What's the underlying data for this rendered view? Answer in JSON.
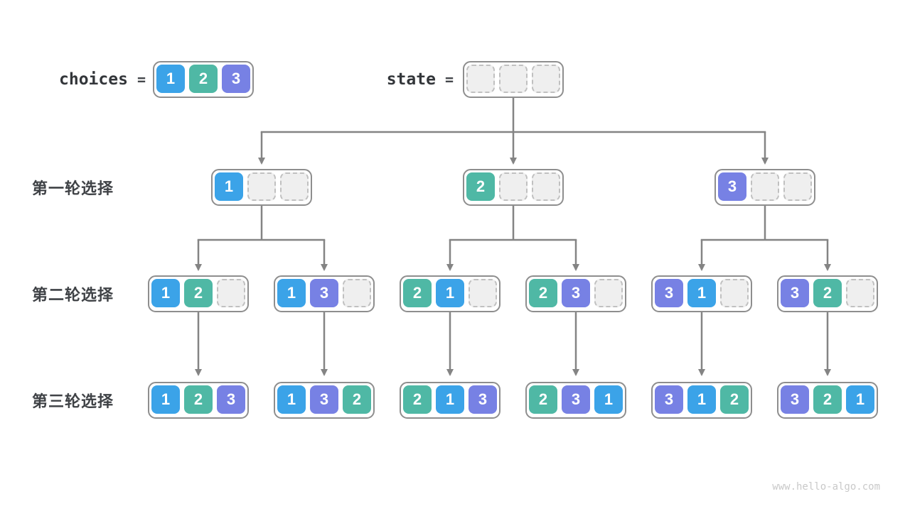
{
  "palette": {
    "1": "#3BA3E8",
    "2": "#4FB8A5",
    "3": "#7781E4",
    "empty_fill": "#EFEFEF",
    "empty_border": "#C0C0C0",
    "box_border": "#8E8E8E",
    "arrow": "#848484",
    "label_text": "#3F4246",
    "watermark_text": "#C9C9C9"
  },
  "header": {
    "choices": {
      "label": "choices",
      "equals": "=",
      "cells": [
        "1",
        "2",
        "3"
      ]
    },
    "state": {
      "label": "state",
      "equals": "=",
      "cells": [
        "",
        "",
        ""
      ]
    }
  },
  "tree": {
    "rounds": [
      {
        "label": "第一轮选择",
        "nodes": [
          [
            "1",
            "",
            ""
          ],
          [
            "2",
            "",
            ""
          ],
          [
            "3",
            "",
            ""
          ]
        ]
      },
      {
        "label": "第二轮选择",
        "nodes": [
          [
            "1",
            "2",
            ""
          ],
          [
            "1",
            "3",
            ""
          ],
          [
            "2",
            "1",
            ""
          ],
          [
            "2",
            "3",
            ""
          ],
          [
            "3",
            "1",
            ""
          ],
          [
            "3",
            "2",
            ""
          ]
        ]
      },
      {
        "label": "第三轮选择",
        "nodes": [
          [
            "1",
            "2",
            "3"
          ],
          [
            "1",
            "3",
            "2"
          ],
          [
            "2",
            "1",
            "3"
          ],
          [
            "2",
            "3",
            "1"
          ],
          [
            "3",
            "1",
            "2"
          ],
          [
            "3",
            "2",
            "1"
          ]
        ]
      }
    ]
  },
  "footer": {
    "watermark": "www.hello-algo.com"
  }
}
